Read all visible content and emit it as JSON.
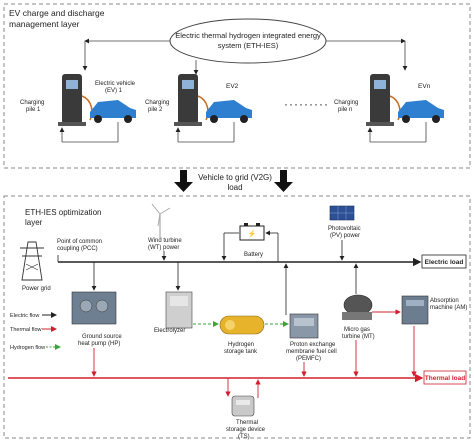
{
  "top": {
    "title_line1": "EV charge and discharge",
    "title_line2": "management layer",
    "eth_ies_line1": "Electric thermal hydrogen integrated energy",
    "eth_ies_line2": "system (ETH-IES)",
    "pile1": [
      "Charging",
      "pile 1"
    ],
    "ev1": [
      "Electric vehicle",
      "(EV) 1"
    ],
    "pile2": [
      "Charging",
      "pile 2"
    ],
    "ev2": "EV2",
    "pilen": [
      "Charging",
      "pile n"
    ],
    "evn": "EVn"
  },
  "middle": {
    "v2g_line1": "Vehicle to grid (V2G)",
    "v2g_line2": "load"
  },
  "bottom": {
    "title_line1": "ETH-IES optimization",
    "title_line2": "layer",
    "power_grid": "Power grid",
    "pcc": [
      "Point of common",
      "coupling (PCC)"
    ],
    "wind": [
      "Wind turbine",
      "(WT) power"
    ],
    "battery": "Battery",
    "pv": [
      "Photovoltaic",
      "(PV) power"
    ],
    "electric_load": "Electric load",
    "thermal_load": "Thermal load",
    "legend_electric": "Electric flow",
    "legend_thermal": "Thermal flow",
    "legend_hydrogen": "Hydrogen flow",
    "ghp": [
      "Ground source",
      "heat pump (HP)"
    ],
    "electrolyzer": "Electrolyzer",
    "h2tank": [
      "Hydrogen",
      "storage tank"
    ],
    "pemfc": [
      "Proton exchange",
      "membrane fuel cell",
      "(PEMFC)"
    ],
    "mt": [
      "Micro gas",
      "turbine (MT)"
    ],
    "absorption": [
      "Absorption",
      "machine (AM)"
    ],
    "ts": [
      "Thermal",
      "storage device",
      "(TS)"
    ]
  },
  "colors": {
    "electric": "#222222",
    "thermal": "#d21f2f",
    "hydrogen": "#3aa63a",
    "frame": "#888888"
  }
}
